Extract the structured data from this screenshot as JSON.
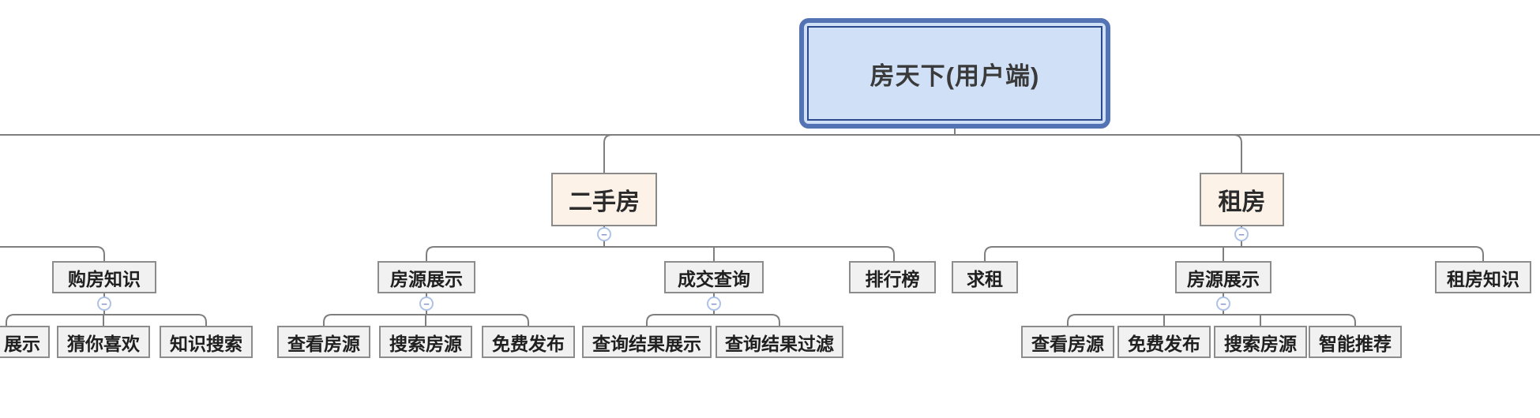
{
  "icons": {
    "collapse": "−"
  },
  "colors": {
    "root_fill": "#cfe0f7",
    "root_border": "#5473b4",
    "root_inner_border": "#2c4a8c",
    "branch_fill": "#fdf2e8",
    "node_fill": "#f1f1f1",
    "node_border": "#8c8c8c",
    "line": "#7f7f7f",
    "collapse_border": "#aec2e6",
    "collapse_glyph": "#8096c8"
  },
  "nodes": [
    {
      "id": "root",
      "label": "房天下(用户端)",
      "parent": null
    },
    {
      "id": "second-hand-house",
      "label": "二手房",
      "parent": "root"
    },
    {
      "id": "rent-house",
      "label": "租房",
      "parent": "root"
    },
    {
      "id": "buy-knowledge",
      "label": "购房知识",
      "parent": null
    },
    {
      "id": "listing-display-left",
      "label": "房源展示",
      "parent": "second-hand-house"
    },
    {
      "id": "deal-query",
      "label": "成交查询",
      "parent": "second-hand-house"
    },
    {
      "id": "ranking",
      "label": "排行榜",
      "parent": "second-hand-house"
    },
    {
      "id": "seek-rent",
      "label": "求租",
      "parent": "rent-house"
    },
    {
      "id": "listing-display-right",
      "label": "房源展示",
      "parent": "rent-house"
    },
    {
      "id": "rent-knowledge",
      "label": "租房知识",
      "parent": "rent-house"
    },
    {
      "id": "display-cutoff",
      "label": "展示",
      "parent": "buy-knowledge"
    },
    {
      "id": "guess-you-like",
      "label": "猜你喜欢",
      "parent": "buy-knowledge"
    },
    {
      "id": "knowledge-search",
      "label": "知识搜索",
      "parent": "buy-knowledge"
    },
    {
      "id": "view-listing-left",
      "label": "查看房源",
      "parent": "listing-display-left"
    },
    {
      "id": "search-listing-left",
      "label": "搜索房源",
      "parent": "listing-display-left"
    },
    {
      "id": "free-publish-left",
      "label": "免费发布",
      "parent": "listing-display-left"
    },
    {
      "id": "query-result-display",
      "label": "查询结果展示",
      "parent": "deal-query"
    },
    {
      "id": "query-result-filter",
      "label": "查询结果过滤",
      "parent": "deal-query"
    },
    {
      "id": "view-listing-right",
      "label": "查看房源",
      "parent": "listing-display-right"
    },
    {
      "id": "free-publish-right",
      "label": "免费发布",
      "parent": "listing-display-right"
    },
    {
      "id": "search-listing-right",
      "label": "搜索房源",
      "parent": "listing-display-right"
    },
    {
      "id": "smart-recommend",
      "label": "智能推荐",
      "parent": "listing-display-right"
    }
  ],
  "collapse_buttons": [
    {
      "for": "second-hand-house"
    },
    {
      "for": "rent-house"
    },
    {
      "for": "buy-knowledge"
    },
    {
      "for": "listing-display-left"
    },
    {
      "for": "deal-query"
    },
    {
      "for": "listing-display-right"
    }
  ]
}
